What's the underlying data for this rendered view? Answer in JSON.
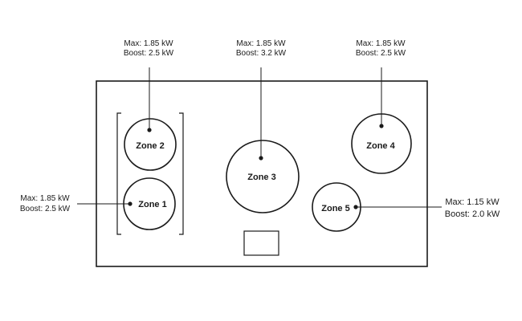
{
  "zones": {
    "zone1": {
      "label": "Zone 1",
      "max": "Max: 1.85 kW",
      "boost": "Boost: 2.5 kW"
    },
    "zone2": {
      "label": "Zone 2",
      "max": "Max: 1.85 kW",
      "boost": "Boost: 2.5 kW"
    },
    "zone3": {
      "label": "Zone 3",
      "max": "Max: 1.85 kW",
      "boost": "Boost: 3.2 kW"
    },
    "zone4": {
      "label": "Zone 4",
      "max": "Max: 1.85 kW",
      "boost": "Boost: 2.5 kW"
    },
    "zone5": {
      "label": "Zone 5",
      "max": "Max: 1.15 kW",
      "boost": "Boost: 2.0 kW"
    }
  }
}
